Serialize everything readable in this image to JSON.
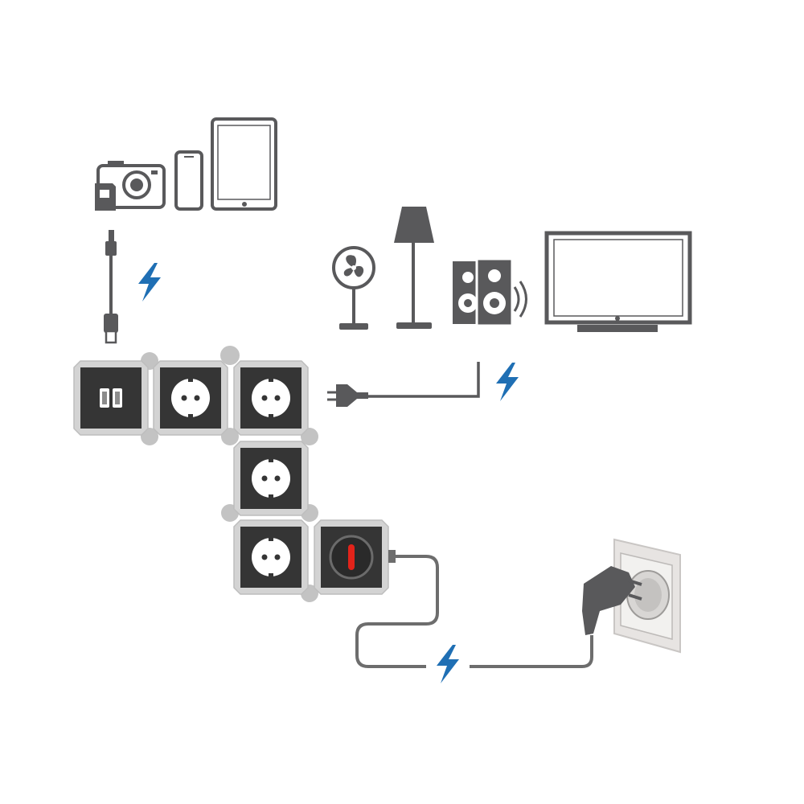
{
  "colors": {
    "icon_gray": "#59595b",
    "module_dark": "#353535",
    "module_frame": "#d3d3d3",
    "connector": "#c3c3c3",
    "cable": "#6d6d6d",
    "bolt_blue": "#1f6fb4",
    "switch_red": "#e2231a",
    "wall_socket": "#e7e4e2"
  },
  "icons": {
    "top_devices": [
      "camera-icon",
      "smartphone-icon",
      "tablet-icon"
    ],
    "home_devices": [
      "fan-icon",
      "floor-lamp-icon",
      "speakers-icon",
      "tv-icon"
    ],
    "energy_marks": [
      "lightning-bolt-icon",
      "lightning-bolt-icon",
      "lightning-bolt-icon"
    ],
    "modules": [
      "usb-module",
      "socket-module",
      "socket-module",
      "socket-module",
      "socket-module",
      "switch-module"
    ]
  }
}
